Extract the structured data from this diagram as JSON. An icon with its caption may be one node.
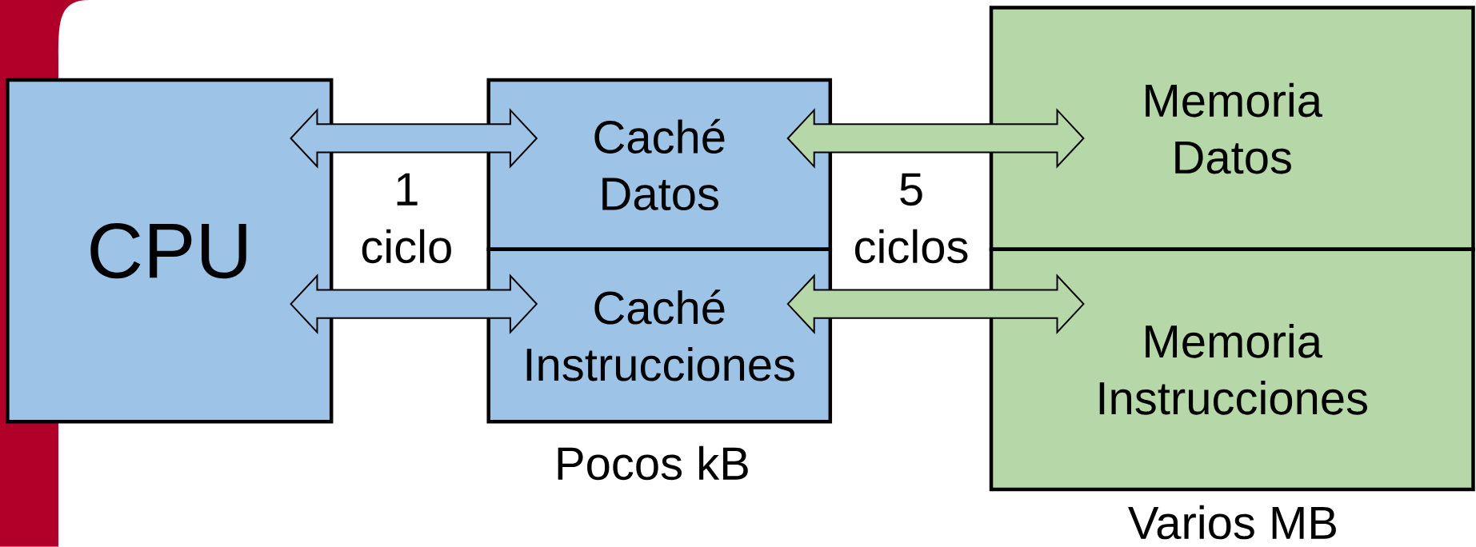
{
  "diagram": {
    "nodes": [
      {
        "text": [
          "CPU"
        ]
      },
      {
        "text": [
          "Caché Datos"
        ]
      },
      {
        "text": [
          "Caché Instrucciones"
        ],
        "beside": [
          "Pocos kB"
        ]
      },
      {
        "text": [
          "Memoria Datos"
        ]
      },
      {
        "text": [
          "Memoria Instrucciones"
        ],
        "beside": [
          "Varios MB"
        ]
      }
    ],
    "edges": [
      {
        "from": 0,
        "to": 1,
        "arrow": "both"
      },
      {
        "from": 0,
        "to": 2,
        "arrow": "both"
      },
      {
        "from": 1,
        "to": 3,
        "arrow": "both",
        "color": "#b6d7a8"
      },
      {
        "from": 2,
        "to": 4,
        "arrow": "both",
        "color": "#b6d7a8"
      }
    ],
    "labels": [
      "1 ciclo",
      "5 ciclos"
    ]
  }
}
